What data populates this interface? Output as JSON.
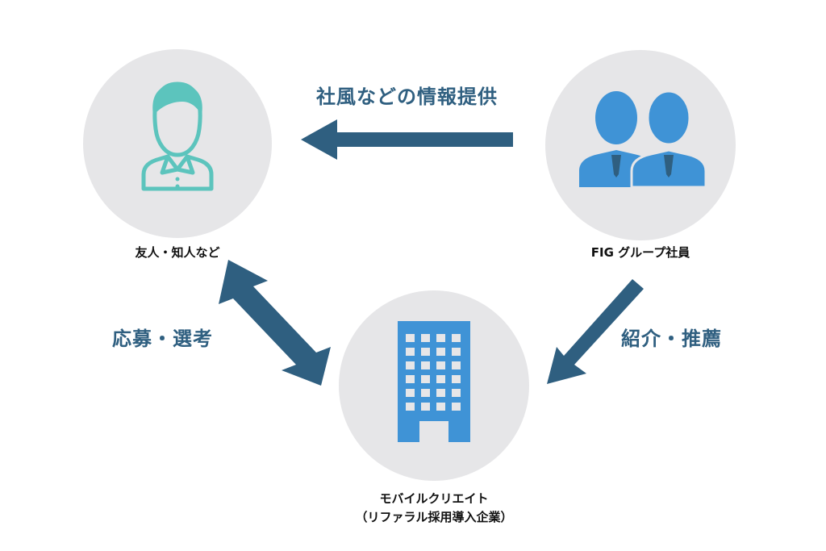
{
  "nodes": {
    "friend": {
      "label": "友人・知人など",
      "icon": "person-icon",
      "icon_color": "#5cc4bd"
    },
    "employees": {
      "label": "FIG グループ社員",
      "icon": "two-people-icon",
      "icon_color": "#3f93d6"
    },
    "company": {
      "label_line1": "モバイルクリエイト",
      "label_line2": "（リファラル採用導入企業）",
      "icon": "building-icon",
      "icon_color": "#3f93d6"
    }
  },
  "flows": {
    "info": {
      "label": "社風などの情報提供",
      "direction": "employees-to-friend"
    },
    "apply": {
      "label": "応募・選考",
      "direction": "friend-to-company-bidirectional"
    },
    "refer": {
      "label": "紹介・推薦",
      "direction": "employees-to-company"
    }
  },
  "colors": {
    "arrow": "#2f5f80",
    "circle": "#e6e6e8",
    "teal": "#5cc4bd",
    "blue": "#3f93d6"
  }
}
